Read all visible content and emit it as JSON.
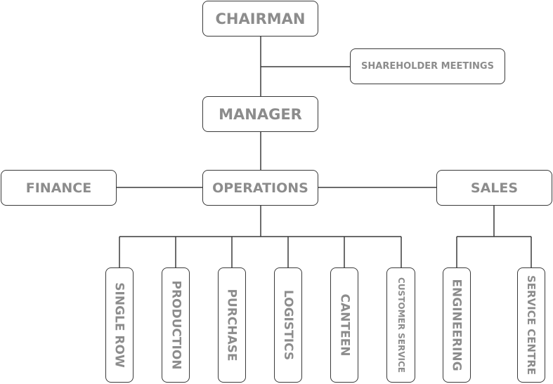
{
  "chart": {
    "top": "CHAIRMAN",
    "side_note": "SHAREHOLDER MEETINGS",
    "manager": "MANAGER",
    "left": "FINANCE",
    "center": "OPERATIONS",
    "right": "SALES",
    "operations_units": [
      "SINGLE ROW",
      "PRODUCTION",
      "PURCHASE",
      "LOGISTICS",
      "CANTEEN",
      "CUSTOMER SERVICE"
    ],
    "sales_units": [
      "ENGINEERING",
      "SERVICE CENTRE"
    ]
  },
  "colors": {
    "line": "#3a3a3a",
    "text": "#8c8c8c",
    "fill": "#ffffff"
  }
}
